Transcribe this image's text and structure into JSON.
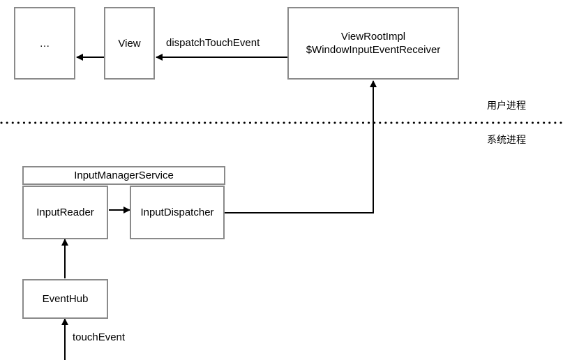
{
  "nodes": {
    "ellipsis": "…",
    "view": "View",
    "view_root_impl": {
      "line1": "ViewRootImpl",
      "line2": "$WindowInputEventReceiver"
    },
    "input_manager_service": "InputManagerService",
    "input_reader": "InputReader",
    "input_dispatcher": "InputDispatcher",
    "event_hub": "EventHub"
  },
  "edge_labels": {
    "dispatch_touch_event": "dispatchTouchEvent",
    "touch_event": "touchEvent"
  },
  "zones": {
    "user_process": "用户进程",
    "system_process": "系统进程"
  },
  "colors": {
    "node_border": "#8a8a8a",
    "line": "#000000",
    "separator": "#000000"
  }
}
